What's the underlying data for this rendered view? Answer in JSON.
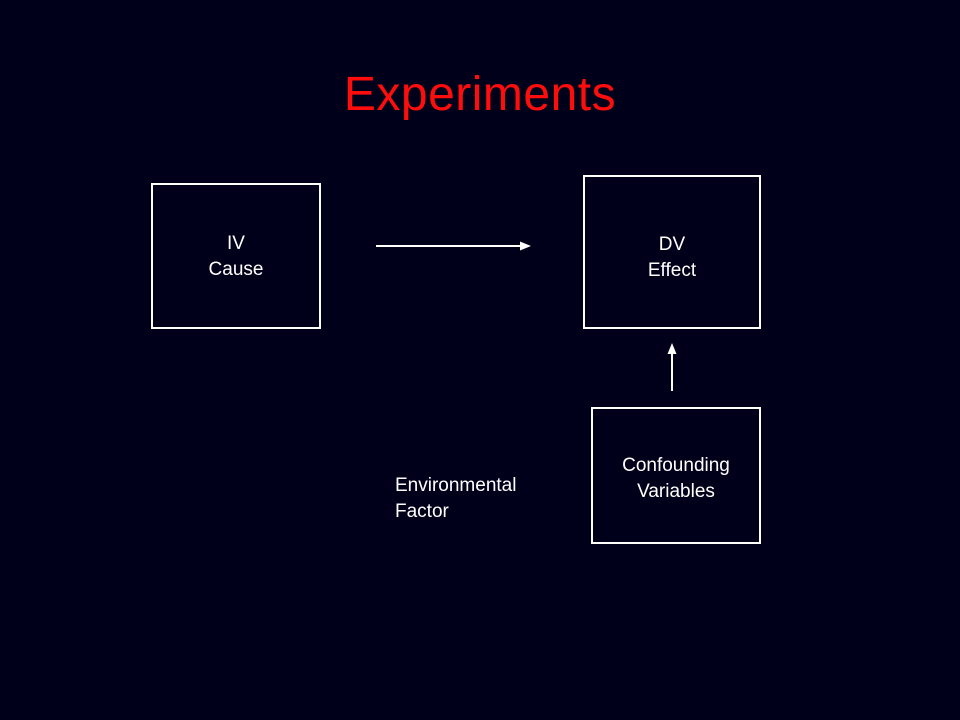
{
  "title": "Experiments",
  "colors": {
    "background": "#00001a",
    "title": "#ff0d0d",
    "lines": "#ffffff"
  },
  "boxes": {
    "iv": {
      "line1": "IV",
      "line2": "Cause"
    },
    "dv": {
      "line1": "DV",
      "line2": "Effect"
    },
    "confounding": {
      "line1": "Confounding",
      "line2": "Variables"
    }
  },
  "environmental": {
    "line1": "Environmental",
    "line2": "Factor"
  }
}
